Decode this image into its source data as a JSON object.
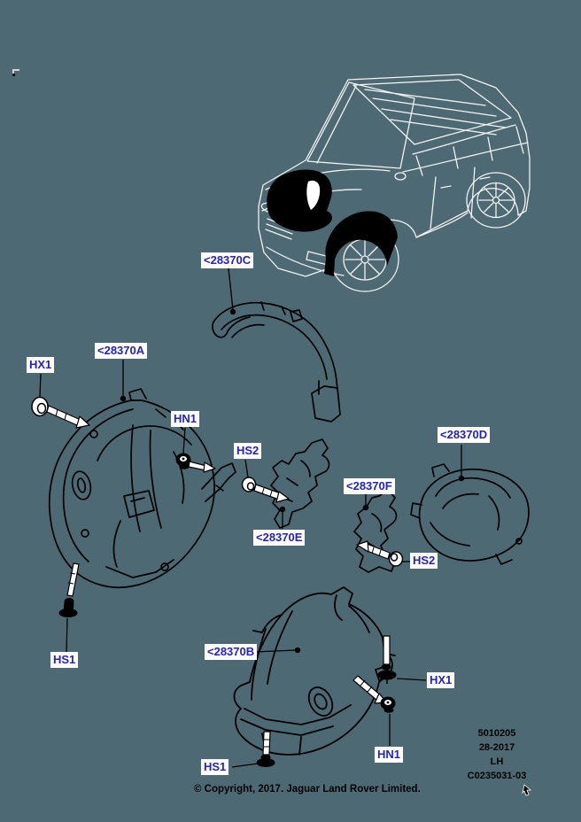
{
  "diagram": {
    "title_context": "Front and rear wheel arch liners parts diagram",
    "background_color": "#4d6a74",
    "callout_text_color": "#2222cc",
    "callout_background_color": "#ffffff",
    "part_line_color": "#000000",
    "vehicle_line_color": "#f2f2f2",
    "highlight_fill_color": "#000000"
  },
  "callouts": {
    "part_c": "<28370C",
    "part_a": "<28370A",
    "part_e": "<28370E",
    "part_f": "<28370F",
    "part_d": "<28370D",
    "part_b": "<28370B",
    "hx1_top": "HX1",
    "hn1_top": "HN1",
    "hs2_left": "HS2",
    "hs2_right": "HS2",
    "hs1_left": "HS1",
    "hx1_bottom": "HX1",
    "hn1_bottom": "HN1",
    "hs1_bottom": "HS1"
  },
  "footer": {
    "copyright": "© Copyright, 2017. Jaguar Land Rover Limited.",
    "doc_number": "5010205",
    "issue": "28-2017",
    "side": "LH",
    "drawing_code": "C0235031-03"
  }
}
